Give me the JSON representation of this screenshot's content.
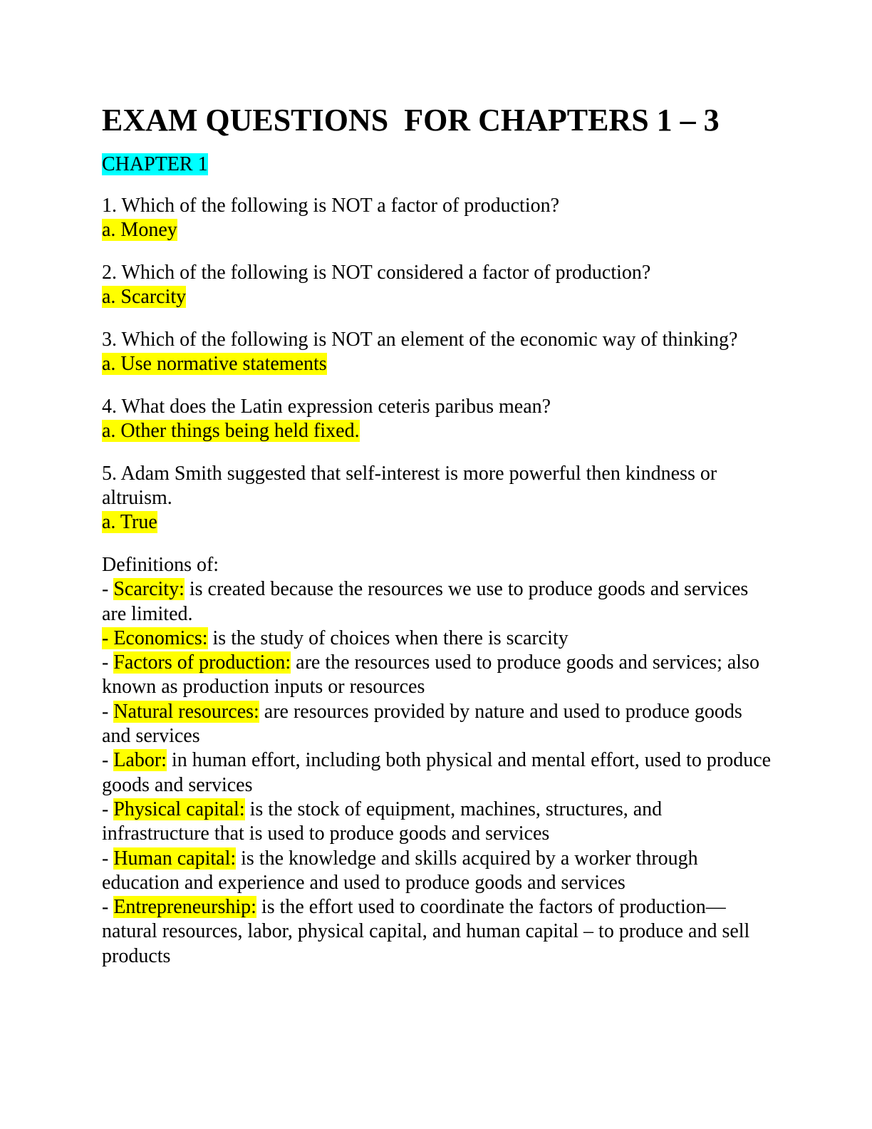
{
  "document": {
    "title": "EXAM QUESTIONS  FOR CHAPTERS 1 – 3",
    "chapter_label": "CHAPTER 1",
    "questions": [
      {
        "text": "1. Which of the following is NOT a factor of production?",
        "answer": "a. Money"
      },
      {
        "text": "2. Which of the following is NOT considered a factor of production?",
        "answer": "a. Scarcity"
      },
      {
        "text": "3. Which of the following is NOT an element of the economic way of thinking?",
        "answer": "a. Use normative statements"
      },
      {
        "text": "4. What does the Latin expression ceteris paribus mean?",
        "answer": "a. Other things being held fixed."
      },
      {
        "text": "5. Adam Smith suggested that self-interest is more powerful then kindness or altruism.",
        "answer": "a. True"
      }
    ],
    "definitions_heading": "Definitions of:",
    "definitions": [
      {
        "prefix": "- ",
        "term": "Scarcity:",
        "text": " is created because the resources we use to produce goods and services are limited."
      },
      {
        "prefix": "",
        "term": "- Economics:",
        "text": " is the study of choices when there is scarcity"
      },
      {
        "prefix": "- ",
        "term": "Factors of production:",
        "text": " are the resources used to produce goods and services; also known as production inputs or resources"
      },
      {
        "prefix": "- ",
        "term": "Natural resources:",
        "text": " are resources provided by nature and used to produce goods and services"
      },
      {
        "prefix": "- ",
        "term": "Labor:",
        "text": " in human effort, including both physical and mental effort, used to produce goods and services"
      },
      {
        "prefix": "- ",
        "term": "Physical capital:",
        "text": " is the stock of equipment, machines, structures, and infrastructure that is used to produce goods and services"
      },
      {
        "prefix": "- ",
        "term": "Human capital:",
        "text": " is the knowledge and skills acquired by a worker through education and experience and used to produce goods and services"
      },
      {
        "prefix": "- ",
        "term": "Entrepreneurship:",
        "text": " is the effort used to coordinate the factors of production—natural resources, labor, physical capital, and human capital – to produce and sell products"
      }
    ]
  },
  "colors": {
    "answer_highlight": "#ffff00",
    "chapter_highlight": "#00ffff"
  }
}
